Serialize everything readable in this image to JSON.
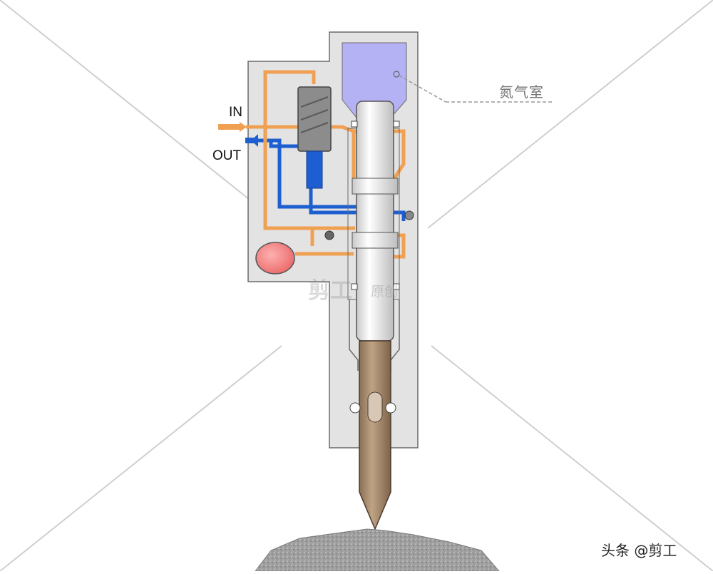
{
  "labels": {
    "in": "IN",
    "out": "OUT",
    "nitrogen_chamber": "氮气室"
  },
  "watermark": {
    "main": "剪工",
    "sub": "原创"
  },
  "credit": "头条 @剪工",
  "colors": {
    "housing": "#e3e3e3",
    "pressure_oil": "#f0a053",
    "return_oil": "#1d5fd0",
    "nitrogen_chamber": "#b4b2f5",
    "piston": "#f2f2f2",
    "tool": "#a78a6b",
    "accumulator": "#f07c7c",
    "valve_body": "#8c8c8c",
    "rock": "#a6a6a6"
  }
}
